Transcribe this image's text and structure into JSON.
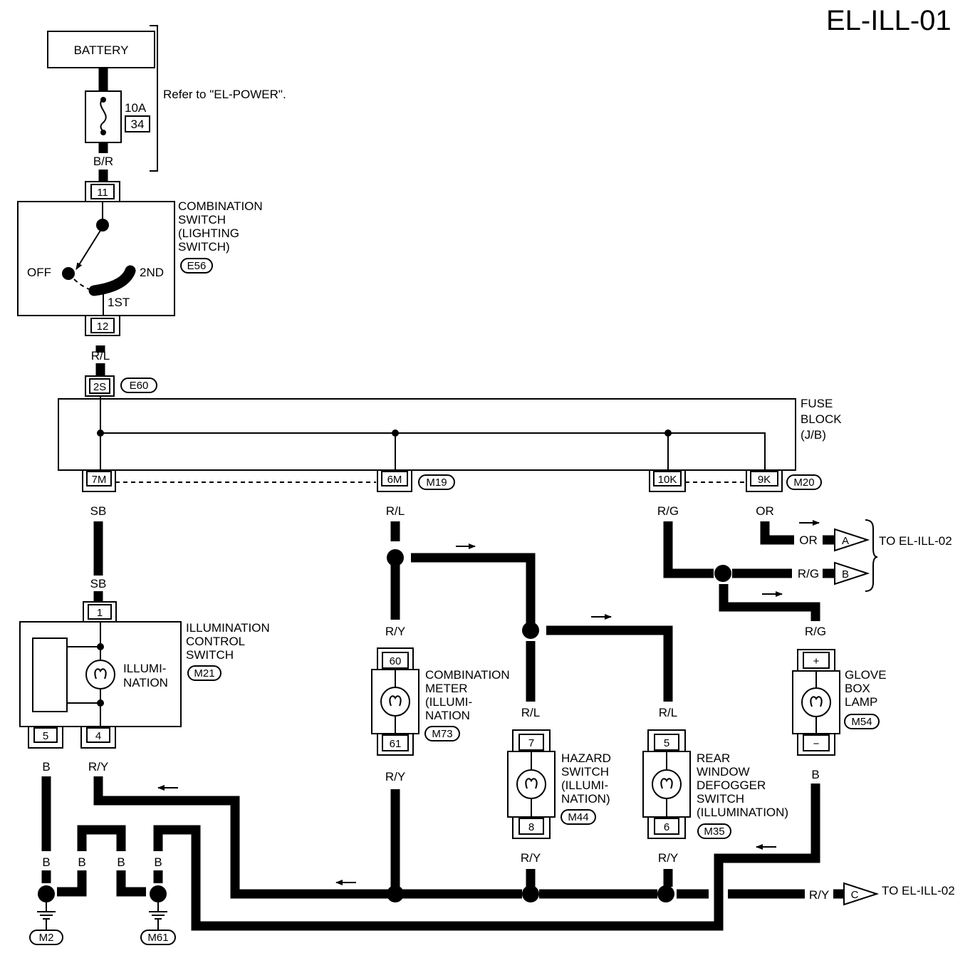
{
  "page_code": "EL-ILL-01",
  "battery": {
    "label": "BATTERY"
  },
  "fuse": {
    "rating": "10A",
    "number": "34"
  },
  "refer_note": "Refer to \"EL-POWER\".",
  "wires": {
    "br": "B/R",
    "rl_top": "R/L",
    "sb_1": "SB",
    "sb_2": "SB",
    "rl_6m": "R/L",
    "rg_10k": "R/G",
    "or_9k": "OR",
    "or_a": "OR",
    "rg_b": "R/G",
    "ry_meter_top": "R/Y",
    "rg_glove": "R/G",
    "rl_hazard": "R/L",
    "rl_rear": "R/L",
    "ry_meter_bottom": "R/Y",
    "ry_hazard_bottom": "R/Y",
    "ry_rear_bottom": "R/Y",
    "ry_c": "R/Y",
    "ry_ctrl": "R/Y",
    "b_ctrl": "B",
    "b_glove": "B",
    "b_1": "B",
    "b_2": "B",
    "b_3": "B",
    "b_4": "B"
  },
  "combination_switch": {
    "name_lines": [
      "COMBINATION",
      "SWITCH",
      "(LIGHTING",
      "SWITCH)"
    ],
    "connector": "E56",
    "pin_in": "11",
    "pin_out": "12",
    "pos_off": "OFF",
    "pos_1st": "1ST",
    "pos_2nd": "2ND"
  },
  "fuse_block": {
    "name_lines": [
      "FUSE",
      "BLOCK",
      "(J/B)"
    ],
    "connector_in": "E60",
    "pin_in": "2S",
    "pins": [
      "7M",
      "6M",
      "10K",
      "9K"
    ],
    "connector_m19": "M19",
    "connector_m20": "M20"
  },
  "illumination_control_switch": {
    "name_lines": [
      "ILLUMINATION",
      "CONTROL",
      "SWITCH"
    ],
    "connector": "M21",
    "inner_lines": [
      "ILLUMI-",
      "NATION"
    ],
    "pin_top": "1",
    "pin_5": "5",
    "pin_4": "4"
  },
  "combination_meter": {
    "name_lines": [
      "COMBINATION",
      "METER",
      "(ILLUMI-",
      "NATION"
    ],
    "connector": "M73",
    "pin_top": "60",
    "pin_bottom": "61"
  },
  "hazard_switch": {
    "name_lines": [
      "HAZARD",
      "SWITCH",
      "(ILLUMI-",
      "NATION)"
    ],
    "connector": "M44",
    "pin_top": "7",
    "pin_bottom": "8"
  },
  "rear_window_defogger_switch": {
    "name_lines": [
      "REAR",
      "WINDOW",
      "DEFOGGER",
      "SWITCH",
      "(ILLUMINATION)"
    ],
    "connector": "M35",
    "pin_top": "5",
    "pin_bottom": "6"
  },
  "glove_box_lamp": {
    "name_lines": [
      "GLOVE",
      "BOX",
      "LAMP"
    ],
    "connector": "M54",
    "pin_plus": "+",
    "pin_minus": "−"
  },
  "connectors_out": {
    "a": "A",
    "b": "B",
    "c": "C",
    "to_ab": "TO EL-ILL-02",
    "to_c": "TO EL-ILL-02"
  },
  "grounds": {
    "m2": "M2",
    "m61": "M61"
  }
}
